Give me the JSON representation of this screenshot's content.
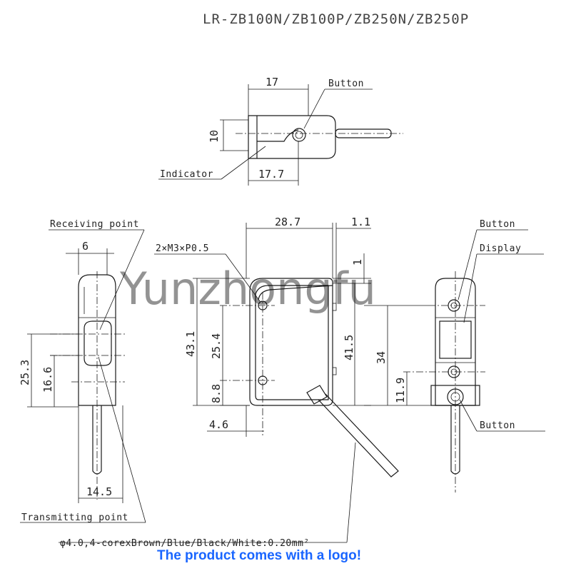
{
  "title": "LR-ZB100N/ZB100P/ZB250N/ZB250P",
  "watermark": "Yunzhongfu",
  "promo": "The product comes with a logo!",
  "labels": {
    "button_top": "Button",
    "indicator": "Indicator",
    "receiving_point": "Receiving point",
    "screw": "2×M3×P0.5",
    "button_right_top": "Button",
    "display": "Display",
    "button_right_bottom": "Button",
    "transmitting_point": "Transmitting point",
    "cable": "φ4.0,4-corexBrown/Blue/Black/White:0.20mm²"
  },
  "dims": {
    "top_width": "17",
    "top_height": "10",
    "top_depth": "17.7",
    "side_width": "6",
    "side_h1": "25.3",
    "side_h2": "16.6",
    "side_bottom": "14.5",
    "front_width": "28.7",
    "front_offset": "1.1",
    "front_top_offset": "1",
    "front_height": "43.1",
    "front_hole_pitch": "25.4",
    "front_hole_bottom": "8.8",
    "front_inner_height": "41.5",
    "front_hole_x": "4.6",
    "right_height": "34",
    "right_lower": "11.9"
  }
}
